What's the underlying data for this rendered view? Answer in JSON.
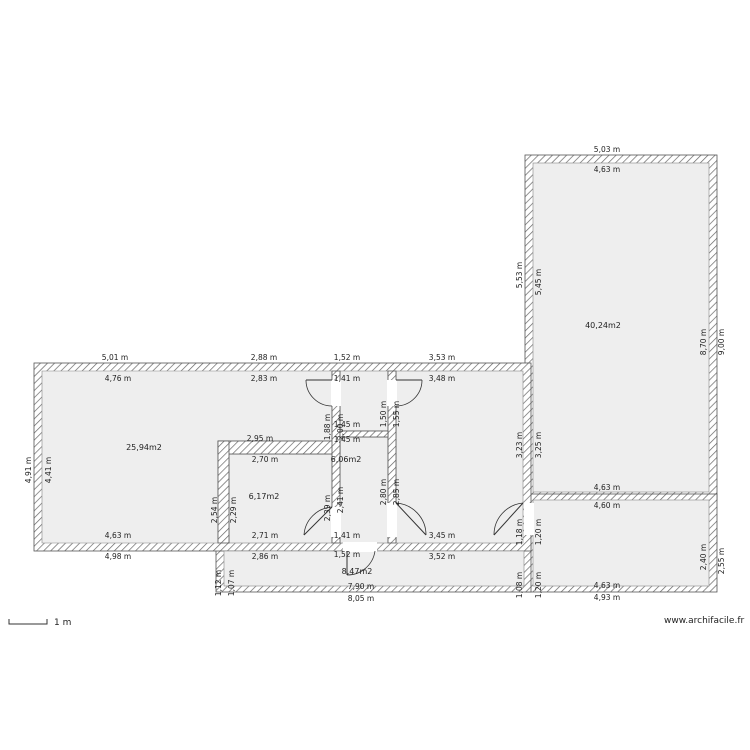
{
  "rooms": [
    {
      "id": "living",
      "area": "25,94m2"
    },
    {
      "id": "small-room",
      "area": "6,17m2"
    },
    {
      "id": "middle-room",
      "area": "6,06m2"
    },
    {
      "id": "big-room",
      "area": "40,24m2"
    },
    {
      "id": "corridor",
      "area": "8,47m2"
    }
  ],
  "dimensions": {
    "top_5_01": "5,01 m",
    "top_4_76": "4,76 m",
    "top_2_88": "2,88 m",
    "top_2_83": "2,83 m",
    "top_1_52": "1,52 m",
    "top_1_41": "1,41 m",
    "top_3_53": "3,53 m",
    "top_3_48": "3,48 m",
    "big_top_5_03": "5,03 m",
    "big_top_4_63": "4,63 m",
    "big_left_5_53": "5,53 m",
    "big_left_5_45": "5,45 m",
    "big_right_8_70": "8,70 m",
    "big_right_9_00": "9,00 m",
    "big_mid_3_23": "3,23 m",
    "big_mid_3_25": "3,25 m",
    "big_bottom_4_63": "4,63 m",
    "right_top_4_60": "4,60 m",
    "right_2_40": "2,40 m",
    "right_2_55": "2,55 m",
    "right_bottom_4_63": "4,63 m",
    "right_bottom_4_93": "4,93 m",
    "right_left_1_20a": "1,20 m",
    "right_left_1_20b": "1,20 m",
    "door_1_18": "1,18 m",
    "left_4_91": "4,91 m",
    "left_4_41": "4,41 m",
    "mid_2_00": "2,00 m",
    "mid_1_88": "1,88 m",
    "mid_1_50": "1,50 m",
    "mid_1_55": "1,55 m",
    "mid_1_45a": "1,45 m",
    "mid_1_45b": "1,45 m",
    "small_2_95": "2,95 m",
    "small_2_70": "2,70 m",
    "small_2_54": "2,54 m",
    "small_2_29": "2,29 m",
    "small_2_39": "2,39 m",
    "small_2_41": "2,41 m",
    "mid_2_80": "2,80 m",
    "mid_2_85": "2,85 m",
    "bottom_4_63": "4,63 m",
    "bottom_4_98": "4,98 m",
    "bottom_2_71": "2,71 m",
    "bottom_2_86": "2,86 m",
    "bottom_1_41": "1,41 m",
    "bottom_1_52": "1,52 m",
    "bottom_3_45": "3,45 m",
    "bottom_3_52": "3,52 m",
    "corr_1_12": "1,12 m",
    "corr_1_07": "1,07 m",
    "corr_1_08": "1,08 m",
    "corr_7_90": "7,90 m",
    "corr_8_05": "8,05 m"
  },
  "scale": {
    "label": "1 m"
  },
  "credit": "www.archifacile.fr"
}
